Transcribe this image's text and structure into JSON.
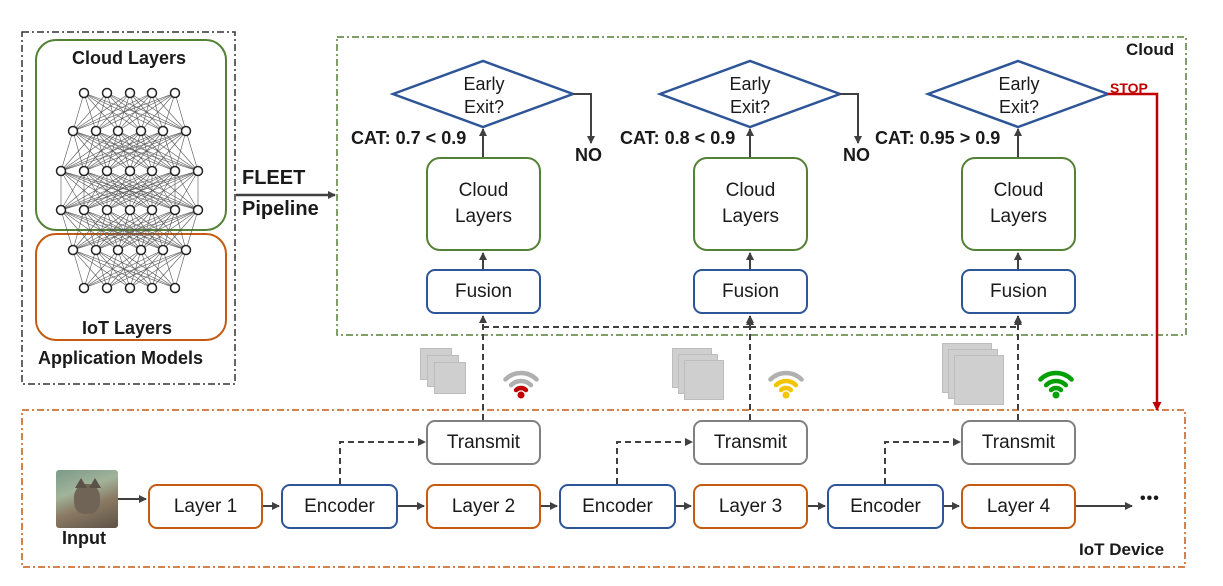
{
  "app_models": {
    "cloud_layers_label": "Cloud Layers",
    "iot_layers_label": "IoT Layers",
    "title": "Application Models"
  },
  "pipeline": {
    "line1": "FLEET",
    "line2": "Pipeline"
  },
  "regions": {
    "cloud": "Cloud",
    "iot": "IoT Device"
  },
  "stages": [
    {
      "cat": "CAT: 0.7 < 0.9",
      "decision": "NO",
      "diamond": "Early\nExit?",
      "cloud_layers": "Cloud\nLayers",
      "fusion": "Fusion",
      "transmit": "Transmit",
      "wifi_color": "#c00000"
    },
    {
      "cat": "CAT: 0.8 < 0.9",
      "decision": "NO",
      "diamond": "Early\nExit?",
      "cloud_layers": "Cloud\nLayers",
      "fusion": "Fusion",
      "transmit": "Transmit",
      "wifi_color": "#f2c500"
    },
    {
      "cat": "CAT: 0.95 > 0.9",
      "decision": "STOP",
      "diamond": "Early\nExit?",
      "cloud_layers": "Cloud\nLayers",
      "fusion": "Fusion",
      "transmit": "Transmit",
      "wifi_color": "#00a000"
    }
  ],
  "iot_chain": {
    "input_label": "Input",
    "layers": [
      "Layer 1",
      "Layer 2",
      "Layer 3",
      "Layer 4"
    ],
    "encoder": "Encoder",
    "ellipsis": "•••"
  },
  "colors": {
    "cloud_border": "#538135",
    "iot_border": "#c55a11",
    "encoder_border": "#2e5597",
    "stop_arrow": "#c00000",
    "wifi_inactive": "#b0b0b0"
  },
  "icons": [
    "neural-network-icon",
    "cat-photo-icon",
    "feature-map-stack-icon",
    "wifi-icon"
  ]
}
